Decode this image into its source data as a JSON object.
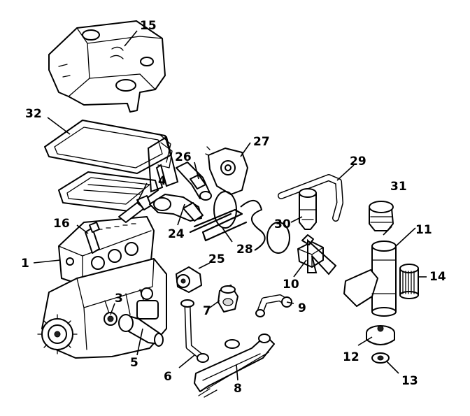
{
  "diagram": {
    "callouts": [
      "1",
      "3",
      "4",
      "5",
      "6",
      "7",
      "8",
      "9",
      "10",
      "11",
      "12",
      "13",
      "14",
      "15",
      "16",
      "24",
      "25",
      "26",
      "27",
      "28",
      "29",
      "30",
      "31",
      "32"
    ],
    "icons": {
      "watermark": "watermark-letters-icon"
    }
  }
}
